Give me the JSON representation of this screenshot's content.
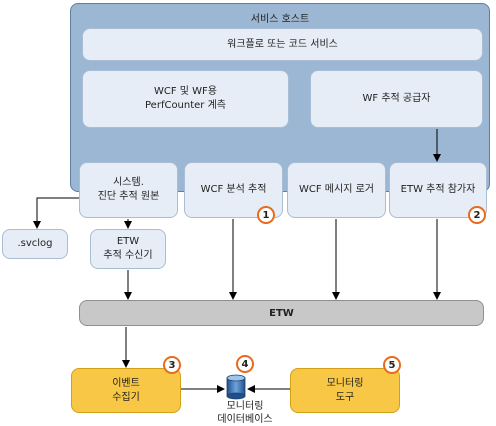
{
  "service_host": {
    "title": "서비스 호스트",
    "workflow_code_service": "워크플로 또는 코드 서비스",
    "wcf_wf_perfcounter": [
      "WCF 및 WF용",
      "PerfCounter 계측"
    ],
    "wf_tracking_provider": "WF 추적 공급자",
    "system_diag_trace_source": [
      "시스템.",
      "진단 추적 원본"
    ],
    "wcf_analytic_tracing": "WCF 분석 추적",
    "wcf_message_logger": "WCF 메시지 로거",
    "etw_tracking_participant": "ETW 추적 참가자"
  },
  "svclog": ".svclog",
  "etw_trace_listener": [
    "ETW",
    "추적 수신기"
  ],
  "etw_bar": "ETW",
  "event_collector": [
    "이벤트",
    "수집기"
  ],
  "monitoring_db": [
    "모니터링",
    "데이터베이스"
  ],
  "monitoring_tool": [
    "모니터링",
    "도구"
  ],
  "badges": [
    "1",
    "2",
    "3",
    "4",
    "5"
  ]
}
